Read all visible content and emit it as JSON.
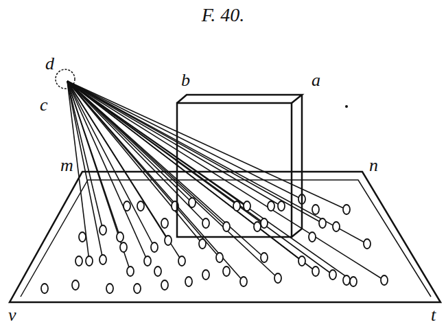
{
  "diagram": {
    "title": "F. 40.",
    "labels": [
      "d",
      "c",
      "b",
      "a",
      "m",
      "n",
      "v",
      "t"
    ]
  }
}
